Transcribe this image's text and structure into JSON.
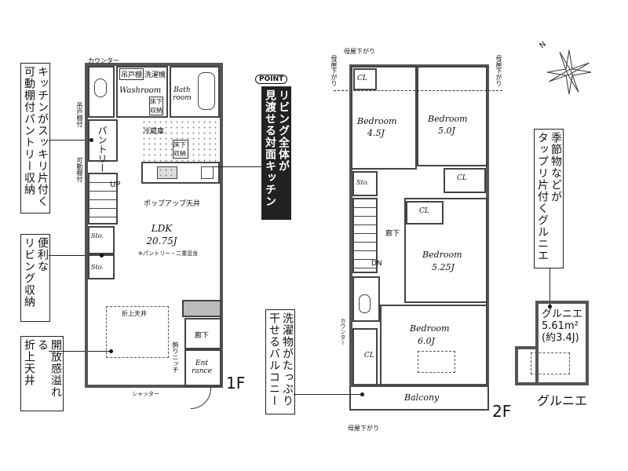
{
  "floor1": {
    "label": "1F",
    "counter": "カウンター",
    "hanging_cabinet": "吊戸棚",
    "washing_machine": "洗濯機",
    "washroom": "Washroom",
    "underfloor_storage_1": "床下収納",
    "bathroom": "Bath room",
    "refrigerator": "冷蔵庫",
    "pantry": "パントリー",
    "underfloor_storage_2": "床下収納",
    "up": "UP",
    "popup_ceiling": "ポップアップ天井",
    "ldk": "LDK",
    "ldk_size": "20.75J",
    "ldk_note": "※パントリー・二重窓含",
    "storage_1": "Sto.",
    "storage_2": "Sto.",
    "coffered_ceiling": "折上天井",
    "hallway": "廊下",
    "niche": "飾りニッチ",
    "entrance": "Ent rance",
    "shutter": "シャッター",
    "side_label_1": "吊戸棚付",
    "side_label_2": "可動棚付"
  },
  "floor2": {
    "label": "2F",
    "eave_top": "母屋下がり",
    "eave_left": "母屋下がり",
    "eave_right": "母屋下がり",
    "eave_bottom": "母屋下がり",
    "bedroom_a": "Bedroom",
    "bedroom_a_size": "4.5J",
    "bedroom_b": "Bedroom",
    "bedroom_b_size": "5.0J",
    "closet_1": "CL",
    "closet_2": "CL",
    "closet_3": "CL",
    "closet_4": "CL",
    "storage": "Sto.",
    "hallway": "廊下",
    "down": "DN",
    "bedroom_c": "Bedroom",
    "bedroom_c_size": "5.25J",
    "bedroom_d": "Bedroom",
    "bedroom_d_size": "6.0J",
    "counter": "カウンター",
    "balcony": "Balcony"
  },
  "grenier": {
    "title": "グルニエ",
    "area": "5.61m²",
    "tatami": "(約3.4J)",
    "label": "グルニエ"
  },
  "compass": {
    "north": "N"
  },
  "callouts": {
    "pantry": [
      "キッチンがスッキリ片付く",
      "可動棚付パントリー収納"
    ],
    "living_storage": [
      "便利な",
      "リビング収納"
    ],
    "ceiling": [
      "開放感溢れる",
      "折上天井"
    ],
    "point_badge": "POINT",
    "kitchen": [
      "リビング全体が",
      "見渡せる対面キッチン"
    ],
    "balcony": [
      "洗濯物がたっぷり",
      "干せるバルコニー"
    ],
    "grenier": [
      "季節物などが",
      "タップリ片付くグルニエ"
    ]
  }
}
